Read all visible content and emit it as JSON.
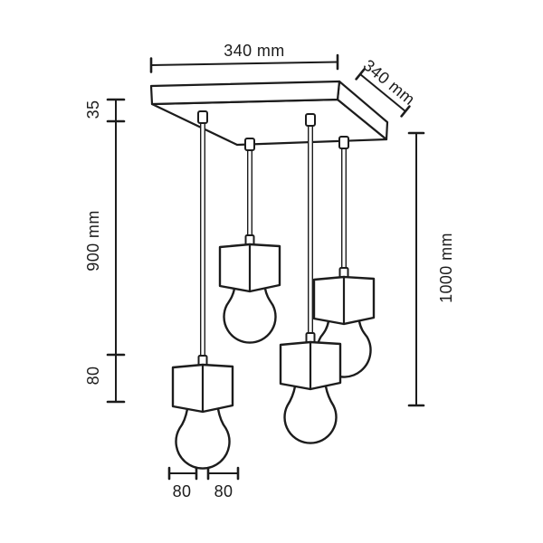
{
  "figure": {
    "kind": "technical-dimension-drawing",
    "components": {
      "canopy": "square-ceiling-canopy",
      "cord": "suspension-cord",
      "socket": "cube-socket",
      "bulb": "globe-bulb"
    }
  },
  "colors": {
    "line": "#1c1c1c",
    "background": "#ffffff"
  },
  "labels": {
    "canopy_width": "340 mm",
    "canopy_depth": "340 mm",
    "canopy_height": "35",
    "cord_length": "900 mm",
    "fixture_height": "80",
    "total_drop": "1000 mm",
    "bulb_left": "80",
    "bulb_right": "80"
  }
}
